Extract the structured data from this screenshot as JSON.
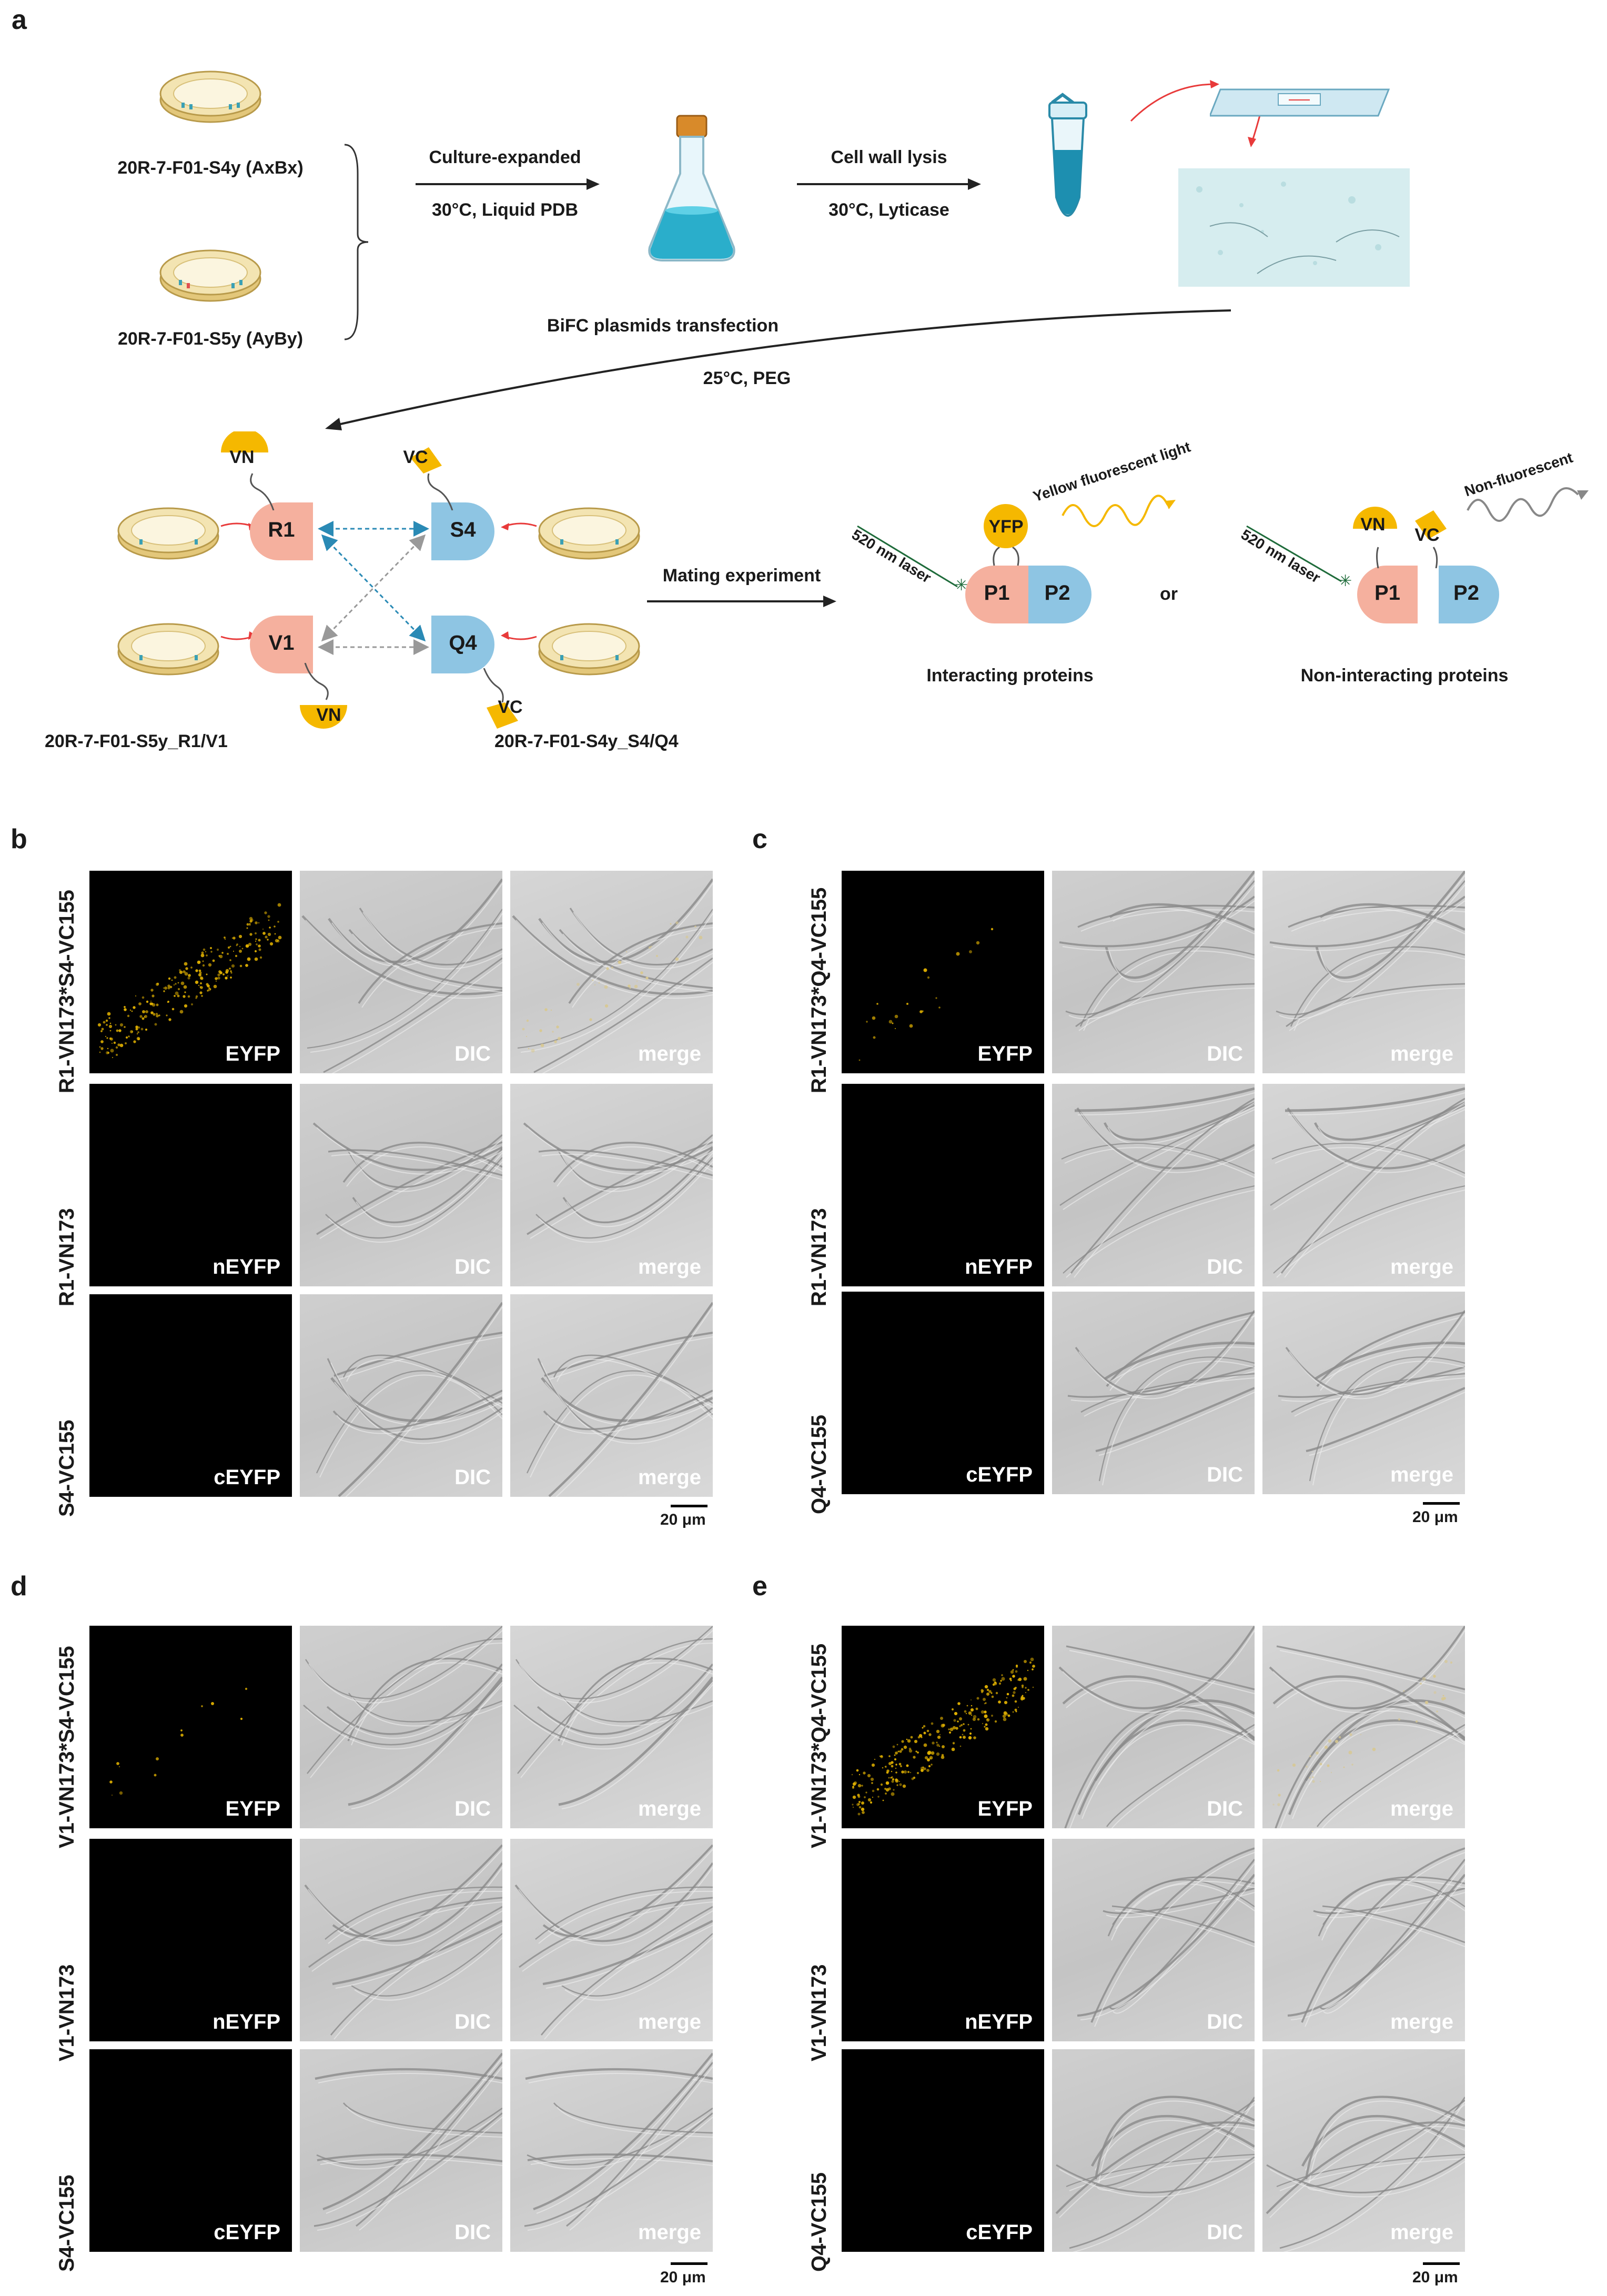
{
  "panel_labels": {
    "a": "a",
    "b": "b",
    "c": "c",
    "d": "d",
    "e": "e"
  },
  "schematic": {
    "strain1": "20R-7-F01-S4y (AxBx)",
    "strain2": "20R-7-F01-S5y (AyBy)",
    "step1_top": "Culture-expanded",
    "step1_bottom": "30°C, Liquid PDB",
    "step2_top": "Cell wall lysis",
    "step2_bottom": "30°C, Lyticase",
    "step3_top": "BiFC plasmids transfection",
    "step3_bottom": "25°C, PEG",
    "proteins": {
      "r1": "R1",
      "v1": "V1",
      "s4": "S4",
      "q4": "Q4",
      "vn": "VN",
      "vc": "VC",
      "yfp": "YFP",
      "p1": "P1",
      "p2": "P2"
    },
    "left_strain_label": "20R-7-F01-S5y_R1/V1",
    "right_strain_label": "20R-7-F01-S4y_S4/Q4",
    "mating": "Mating experiment",
    "laser": "520 nm laser",
    "yellow_light": "Yellow fluorescent light",
    "non_fluorescent": "Non-fluorescent",
    "or": "or",
    "interacting": "Interacting proteins",
    "non_interacting": "Non-interacting proteins"
  },
  "image_labels": {
    "dic": "DIC",
    "merge": "merge",
    "eyfp": "EYFP",
    "neyfp": "nEYFP",
    "ceyfp": "cEYFP"
  },
  "scale": "20 μm",
  "panel_b_rows": [
    "R1-VN173*S4-VC155",
    "R1-VN173",
    "S4-VC155"
  ],
  "panel_c_rows": [
    "R1-VN173*Q4-VC155",
    "R1-VN173",
    "Q4-VC155"
  ],
  "panel_d_rows": [
    "V1-VN173*S4-VC155",
    "V1-VN173",
    "S4-VC155"
  ],
  "panel_e_rows": [
    "V1-VN173*Q4-VC155",
    "V1-VN173",
    "Q4-VC155"
  ],
  "colors": {
    "salmon": "#f5b09e",
    "blue": "#8ec5e3",
    "yellow": "#f5b800",
    "red_arrow": "#e83a3a",
    "laser_green": "#1e6b3a"
  }
}
